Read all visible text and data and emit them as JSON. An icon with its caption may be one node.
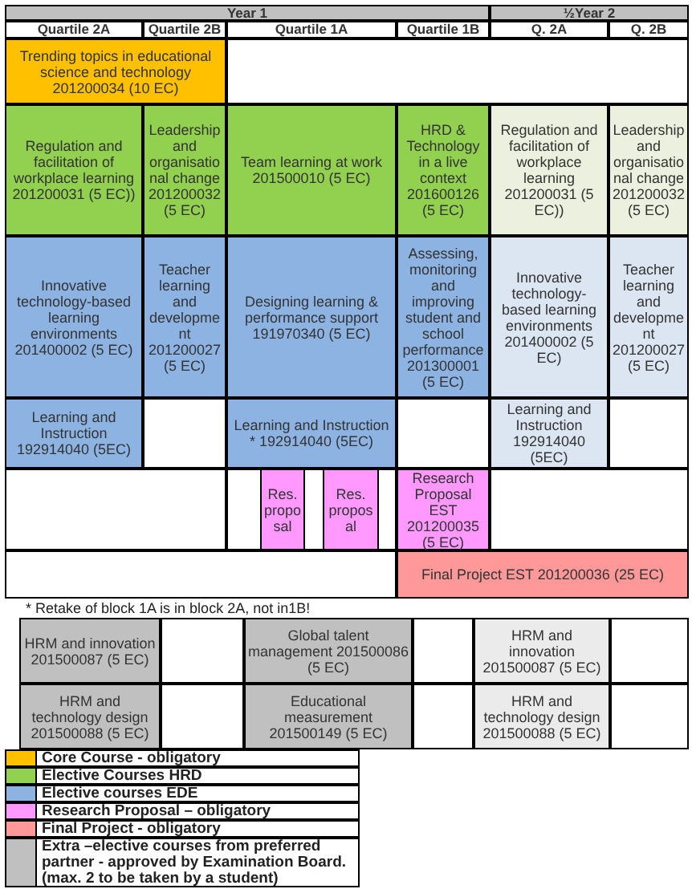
{
  "diagram": {
    "nodes": [
      {
        "text": [
          "Trending topics in educational science and technology 201200034 (10 EC)"
        ]
      },
      {
        "text": [
          "Regulation and facilitation of workplace learning 201200031 (5 EC))"
        ]
      },
      {
        "text": [
          "Leadership and organisational change 201200032 (5 EC)"
        ]
      },
      {
        "text": [
          "Team learning at work 201500010 (5 EC)"
        ]
      },
      {
        "text": [
          "HRD & Technology in a live context 201600126 (5 EC)"
        ]
      },
      {
        "text": [
          "Regulation and facilitation of workplace learning 201200031 (5 EC))"
        ]
      },
      {
        "text": [
          "Leadership and organisational change 201200032 (5 EC)"
        ]
      },
      {
        "text": [
          "Innovative technology-based learning environments 201400002 (5 EC)"
        ]
      },
      {
        "text": [
          "Teacher learning and development 201200027 (5 EC)"
        ]
      },
      {
        "text": [
          "Designing learning & performance support 191970340 (5 EC)"
        ]
      },
      {
        "text": [
          "Assessing, monitoring and improving student and school performance 201300001 (5 EC)"
        ]
      },
      {
        "text": [
          "Innovative technology-based learning environments 201400002 (5 EC)"
        ]
      },
      {
        "text": [
          "Teacher learning and development 201200027 (5 EC)"
        ]
      },
      {
        "text": [
          "Learning and Instruction 192914040 (5EC)"
        ]
      },
      {
        "text": [
          "Learning and Instruction * 192914040 (5EC)"
        ]
      },
      {
        "text": [
          "Learning and Instruction 192914040 (5EC)"
        ]
      },
      {
        "text": [
          "Res. proposal"
        ]
      },
      {
        "text": [
          "Res. proposal"
        ]
      },
      {
        "text": [
          "Research Proposal EST 201200035 (5 EC)"
        ]
      },
      {
        "text": [
          "Final Project EST 201200036 (25 EC)"
        ]
      },
      {
        "text": [
          "HRM and innovation 201500087 (5 EC)"
        ]
      },
      {
        "text": [
          "Global talent management 201500086 (5 EC)"
        ]
      },
      {
        "text": [
          "HRM and innovation 201500087 (5 EC)"
        ]
      },
      {
        "text": [
          "HRM and technology design 201500088 (5 EC)"
        ]
      },
      {
        "text": [
          "Educational measurement 201500149 (5 EC)"
        ]
      },
      {
        "text": [
          "HRM and technology design 201500088 (5 EC)"
        ]
      }
    ],
    "labels": [
      "Year 1",
      "½Year 2",
      "Quartile 2A",
      "Quartile 2B",
      "Quartile 1A",
      "Quartile 1B",
      "Q. 2A",
      "Q. 2B",
      "* Retake of block 1A is in block 2A, not in1B!"
    ],
    "legend": [
      {
        "text": "Core Course - obligatory",
        "color": "#ffc000"
      },
      {
        "text": "Elective Courses HRD",
        "color": "#92d050"
      },
      {
        "text": "Elective courses EDE",
        "color": "#8db3e2"
      },
      {
        "text": "Research Proposal – obligatory",
        "color": "#ff99ff"
      },
      {
        "text": "Final Project - obligatory",
        "color": "#ff9999"
      },
      {
        "text": "Extra –elective courses from preferred partner - approved by Examination Board. (max. 2 to be taken by a student)",
        "color": "#c0c0c0"
      }
    ]
  }
}
